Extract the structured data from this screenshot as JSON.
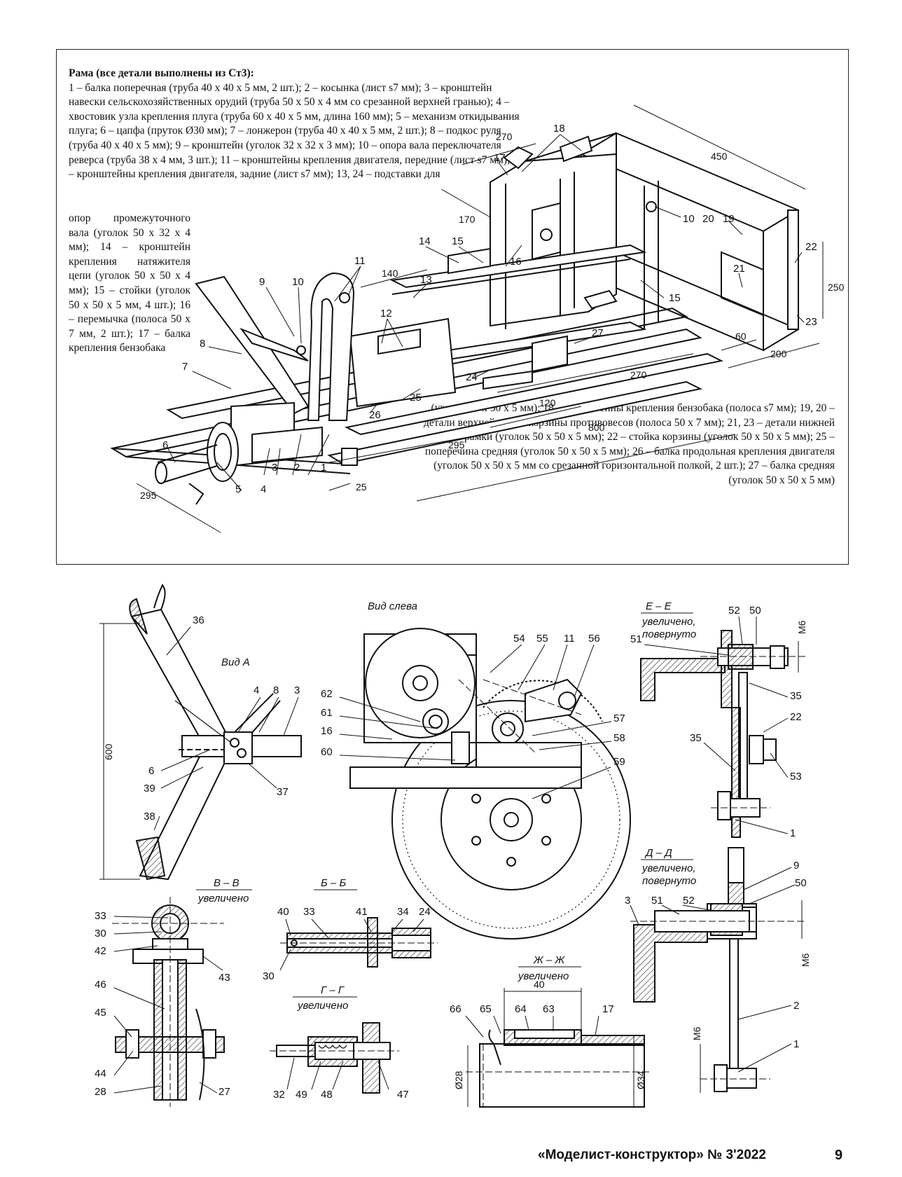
{
  "legend": {
    "heading": "Рама (все детали выполнены из Ст3):",
    "top_text": "1 – балка поперечная (труба 40 х 40 х 5 мм, 2 шт.); 2 – косынка (лист s7 мм); 3 – кронштейн навески сельскохозяйственных орудий (труба 50 х 50 х 4 мм со срезанной верхней гранью); 4 – хвостовик узла крепления плуга (труба 60 х 40 х 5 мм, длина 160 мм); 5 – механизм откидывания плуга; 6 – цапфа (пруток Ø30 мм); 7 – лонжерон (труба 40 х 40 х 5 мм, 2 шт.); 8 – подкос руля (труба 40 х 40 х 5 мм); 9 – кронштейн (уголок 32 х 32 х 3 мм); 10 – опора вала переключателя реверса (труба 38 х 4 мм, 3 шт.); 11 – кронштейны крепления двигателя, передние (лист s7 мм); 12 – кронштейны крепления двигателя, задние (лист s7 мм); 13, 24 – подставки для",
    "left_text": "опор промежуточного вала (уголок 50 х 32 х 4 мм); 14 – кронштейн крепления натяжителя цепи (уголок 50 х 50 х 4 мм); 15 – стойки (уголок 50 х 50 х 5 мм, 4 шт.); 16 – перемычка (полоса 50 х 7 мм, 2 шт.); 17 – балка крепления бензобака",
    "right_text": "(уголок 50 х 50 х 5 мм); 18 – кронштейны крепления бензобака (полоса s7 мм); 19, 20 – детали верхней рамки корзины противовесов (полоса 50 х 7 мм); 21, 23 – детали нижней рамки (уголок 50 х 50 х 5 мм); 22 – стойка корзины (уголок 50 х 50 х 5 мм); 25 – поперечина средняя (уголок 50 х 50 х 5 мм); 26 – балка продольная крепления двигателя (уголок 50 х 50 х 5 мм со срезанной горизонтальной полкой, 2 шт.); 27 – балка средняя (уголок 50 х 50 х 5 мм)"
  },
  "frame_labels": [
    "1",
    "2",
    "3",
    "4",
    "5",
    "6",
    "7",
    "8",
    "9",
    "10",
    "10",
    "11",
    "12",
    "13",
    "14",
    "15",
    "15",
    "16",
    "17",
    "18",
    "19",
    "20",
    "21",
    "22",
    "23",
    "24",
    "25",
    "26",
    "27"
  ],
  "frame_dims": [
    "270",
    "450",
    "170",
    "250",
    "140",
    "60",
    "200",
    "270",
    "120",
    "800",
    "295",
    "25",
    "295"
  ],
  "views": {
    "view_a": {
      "title": "Вид А",
      "dim": "600",
      "labels": [
        "36",
        "4",
        "8",
        "3",
        "6",
        "39",
        "37",
        "38"
      ]
    },
    "view_left": {
      "title": "Вид слева",
      "labels": [
        "54",
        "55",
        "11",
        "56",
        "62",
        "61",
        "16",
        "60",
        "57",
        "58",
        "59"
      ]
    },
    "section_ee": {
      "title": "Е – Е",
      "subtitle1": "увеличено,",
      "subtitle2": "повернуто",
      "dim": "М6",
      "labels": [
        "52",
        "50",
        "51",
        "35",
        "22",
        "35",
        "53",
        "1"
      ]
    },
    "section_dd": {
      "title": "Д – Д",
      "subtitle1": "увеличено,",
      "subtitle2": "повернуто",
      "dim": "М6",
      "dim2": "М6",
      "labels": [
        "9",
        "50",
        "3",
        "51",
        "52",
        "2",
        "1"
      ]
    },
    "section_vv": {
      "title": "В – В",
      "subtitle": "увеличено",
      "labels": [
        "33",
        "30",
        "42",
        "43",
        "46",
        "45",
        "44",
        "28",
        "27"
      ]
    },
    "section_bb": {
      "title": "Б – Б",
      "labels": [
        "40",
        "33",
        "41",
        "34",
        "24",
        "30"
      ]
    },
    "section_gg": {
      "title": "Г – Г",
      "subtitle": "увеличено",
      "labels": [
        "32",
        "49",
        "48",
        "47"
      ]
    },
    "section_zhzh": {
      "title": "Ж – Ж",
      "subtitle": "увеличено",
      "dim": "40",
      "dia1": "Ø28",
      "dia2": "Ø34",
      "labels": [
        "66",
        "65",
        "64",
        "63",
        "17"
      ]
    }
  },
  "footer": {
    "journal": "«Моделист-конструктор» № 3'2022",
    "page": "9"
  }
}
